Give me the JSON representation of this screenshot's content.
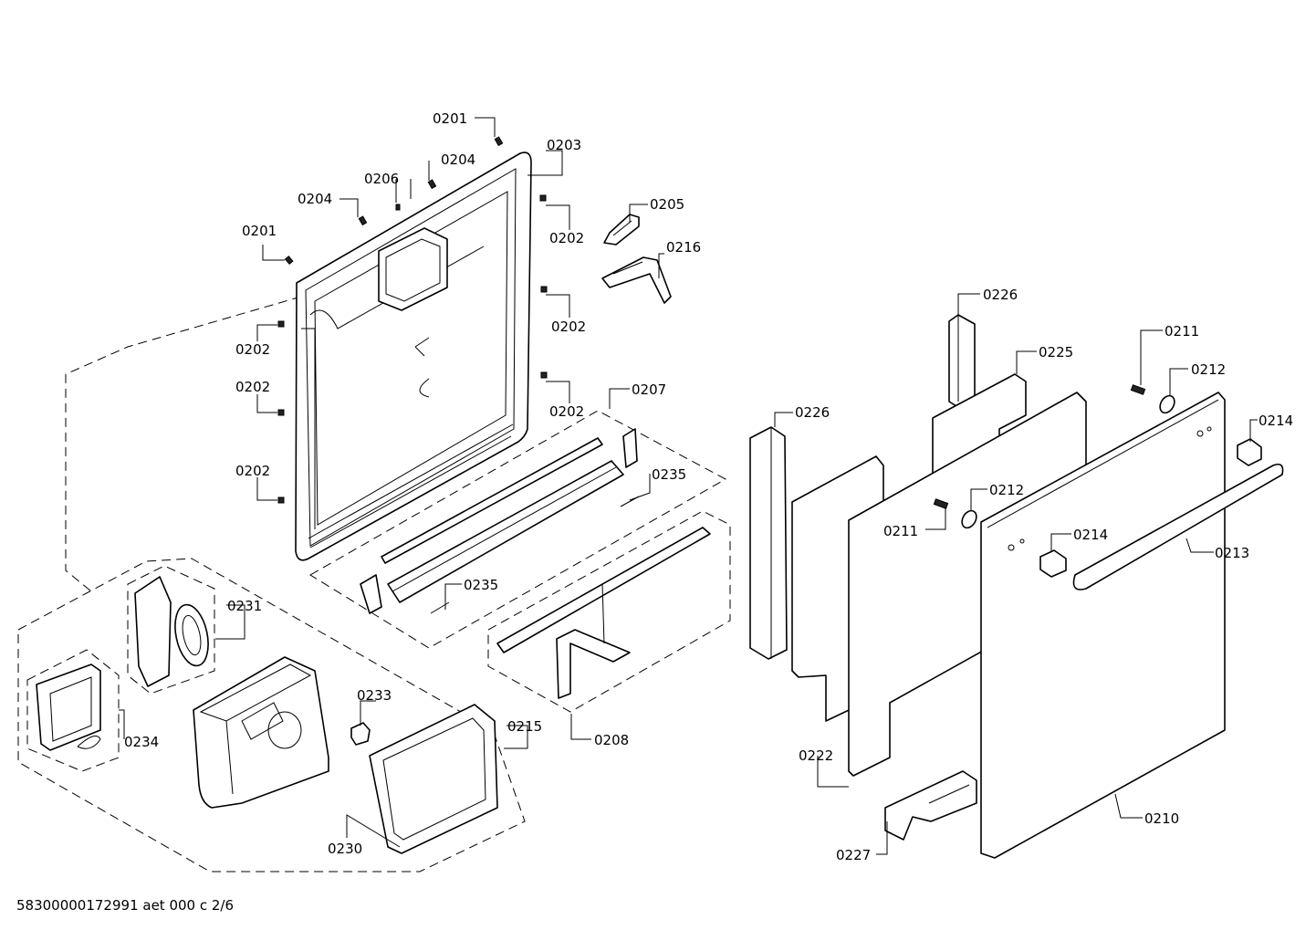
{
  "footer": {
    "code": "58300000172991 aet 000 c 2/6"
  },
  "callouts": {
    "c0201a": "0201",
    "c0203": "0203",
    "c0204a": "0204",
    "c0206": "0206",
    "c0204b": "0204",
    "c0205": "0205",
    "c0201b": "0201",
    "c0202a": "0202",
    "c0216": "0216",
    "c0202b": "0202",
    "c0202c": "0202",
    "c0202d": "0202",
    "c0202e": "0202",
    "c0202f": "0202",
    "c0207": "0207",
    "c0235a": "0235",
    "c0235b": "0235",
    "c0231": "0231",
    "c0233": "0233",
    "c0215": "0215",
    "c0234": "0234",
    "c0208": "0208",
    "c0230": "0230",
    "c0226a": "0226",
    "c0225": "0225",
    "c0211a": "0211",
    "c0212a": "0212",
    "c0226b": "0226",
    "c0214a": "0214",
    "c0212b": "0212",
    "c0211b": "0211",
    "c0214b": "0214",
    "c0213": "0213",
    "c0222": "0222",
    "c0210": "0210",
    "c0227": "0227"
  }
}
